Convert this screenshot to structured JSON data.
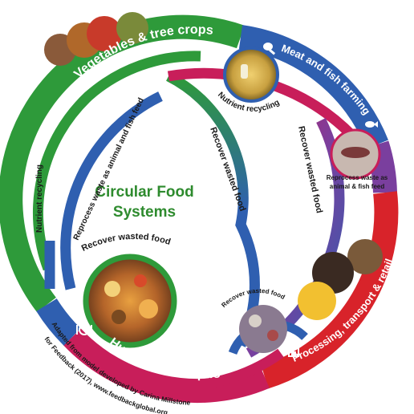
{
  "title": {
    "line1": "Circular Food",
    "line2": "Systems"
  },
  "sectors": {
    "vegetables": "Vegetables & tree crops",
    "meat_fish": "Meat and fish farming",
    "processing": "Processing, transport & retail",
    "consumption": "Human consumption"
  },
  "flows": {
    "nutrient_recycling_left": "Nutrient recycling",
    "nutrient_recycling_top": "Nutrient recycling",
    "reprocess_inner": "Reprocess waste as animal and fish feed",
    "reprocess_right_line1": "Reprocess waste as",
    "reprocess_right_line2": "animal & fish feed",
    "recover_center_left": "Recover wasted food",
    "recover_center_right": "Recover wasted food",
    "recover_bottom_left": "Recover wasted food",
    "recover_bottom_right": "Recover wasted food"
  },
  "credit": {
    "line1": "Adapted from model developed by Carina Millstone",
    "line2": "for Feedback (2017), www.feedbackglobal.org"
  },
  "colors": {
    "green": "#2e9a3a",
    "blue": "#2f5fb0",
    "purple": "#7a3f9e",
    "magenta": "#c81e5a",
    "red": "#d8232a",
    "title_green": "#2e8b2e"
  },
  "icons": [
    "tree-crops-icon",
    "drumstick-icon",
    "fish-icon",
    "store-icon",
    "plate-cutlery-icon"
  ]
}
